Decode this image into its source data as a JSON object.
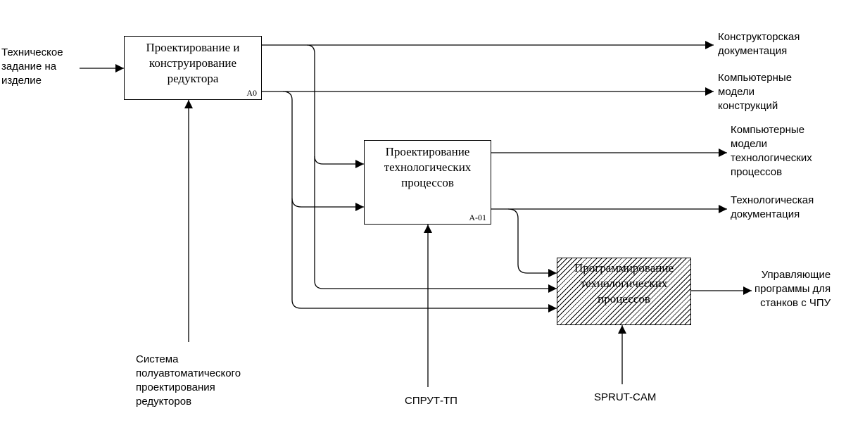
{
  "boxes": {
    "a0": {
      "title": "Проектирование и\nконструирование\nредуктора",
      "code": "А0"
    },
    "a01": {
      "title": "Проектирование\nтехнологических\nпроцессов",
      "code": "А-01"
    },
    "prog": {
      "title": "Программирование\nтехнологических\nпроцессов"
    }
  },
  "labels": {
    "input_spec": "Техническое\nзадание на\nизделие",
    "out_design_docs": "Конструкторская\nдокументация",
    "out_models": "Компьютерные\nмодели\nконструкций",
    "out_tech_models": "Компьютерные\nмодели\nтехнологических\nпроцессов",
    "out_tech_docs": "Технологическая\nдокументация",
    "out_cnc": "Управляющие\nпрограммы для\nстанков с ЧПУ",
    "mech_system": "Система\nполуавтоматического\nпроектирования\nредукторов",
    "mech_sprut_tp": "СПРУТ-ТП",
    "mech_sprut_cam": "SPRUT-CAM"
  }
}
